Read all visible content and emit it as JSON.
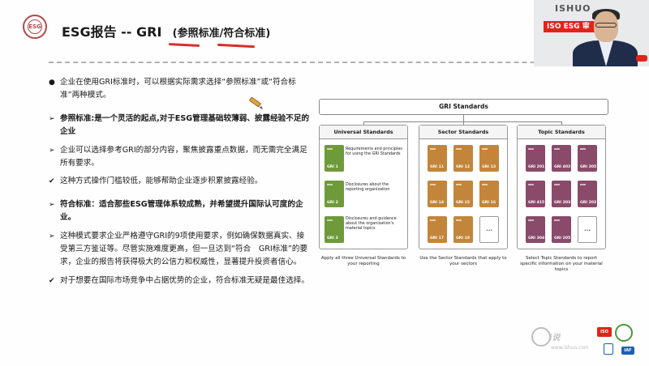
{
  "header": {
    "title_main": "ESG报告 -- GRI",
    "title_sub": "(参照标准/符合标准)"
  },
  "webcam": {
    "brand": "ISHUO",
    "sign_text": "ISO ESG 审"
  },
  "bullets": [
    {
      "marker": "●",
      "text": "企业在使用GRI标准时，可以根据实际需求选择“参照标准”或“符合标准”两种模式。",
      "bold": false
    },
    {
      "marker": "➢",
      "text": "参照标准:是一个灵活的起点,对于ESG管理基础较薄弱、披露经验不足的企业",
      "bold": true
    },
    {
      "marker": "➢",
      "text": "企业可以选择参考GRI的部分内容，聚焦披露重点数据，而无需完全满足所有要求。",
      "bold": false
    },
    {
      "marker": "✔",
      "text": "这种方式操作门槛较低，能够帮助企业逐步积累披露经验。",
      "bold": false
    },
    {
      "marker": "➢",
      "text": "符合标准：适合那些ESG管理体系较成熟，并希望提升国际认可度的企业。",
      "bold": true
    },
    {
      "marker": "➢",
      "text": "这种模式要求企业严格遵守GRI的9项使用要求，例如确保数据真实、接受第三方鉴证等。尽管实施难度更高，但一旦达到“符合　GRI标准”的要求，企业的报告将获得极大的公信力和权威性，显著提升投资者信心。",
      "bold": false
    },
    {
      "marker": "✔",
      "text": "对于想要在国际市场竞争中占据优势的企业，符合标准无疑是最佳选择。",
      "bold": false
    }
  ],
  "diagram": {
    "title": "GRI Standards",
    "columns": [
      {
        "header": "Universal Standards",
        "books": [
          "GRI 1",
          "GRI 2",
          "GRI 3"
        ],
        "descriptions": [
          "Requirements and principles for using the GRI Standards",
          "Disclosures about the reporting organization",
          "Disclosures and guidance about the organization's material topics"
        ],
        "caption": "Apply all three Universal Standards to your reporting"
      },
      {
        "header": "Sector Standards",
        "books": [
          "GRI 11",
          "GRI 12",
          "GRI 13",
          "GRI 14",
          "GRI 15",
          "GRI 16",
          "GRI 17",
          "GRI 18",
          "..."
        ],
        "caption": "Use the Sector Standards that apply to your sectors"
      },
      {
        "header": "Topic Standards",
        "books": [
          "GRI 201",
          "GRI 403",
          "GRI 305",
          "GRI 415",
          "GRI 303",
          "GRI 202",
          "GRI 304",
          "GRI 205",
          "..."
        ],
        "caption": "Select Topic Standards to report specific information on your material topics"
      }
    ]
  },
  "watermark": {
    "brand": "i说",
    "url": "www.ishuo.com"
  },
  "certs": {
    "iso": "ISO",
    "iaf": "IAF"
  },
  "colors": {
    "accent_red": "#d92d2d",
    "universal_green": "#6e9a3a",
    "sector_orange": "#c2853a",
    "topic_purple": "#8a4a6a"
  }
}
